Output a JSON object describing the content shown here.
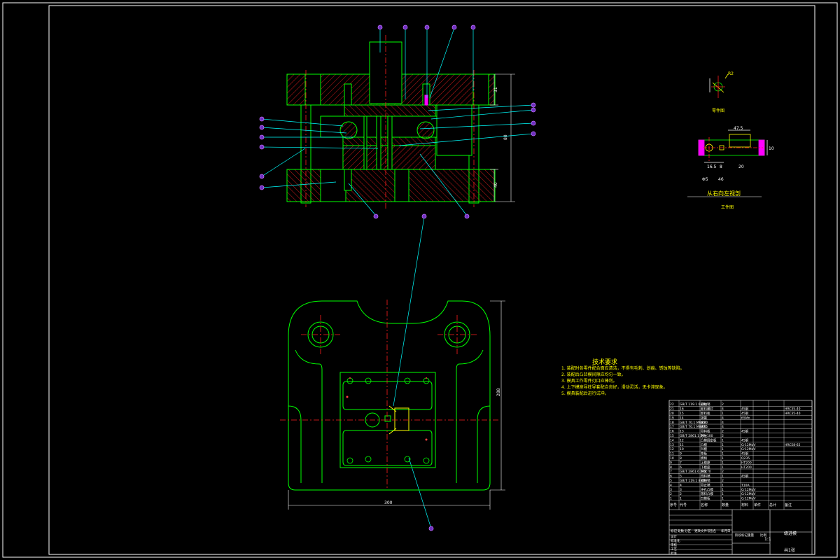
{
  "drawing": {
    "colors": {
      "background": "#000000",
      "frame": "#ffffff",
      "outline": "#00ff00",
      "centerline": "#ff2020",
      "leader": "#00ffff",
      "balloon": "#b040ff",
      "annotation": "#ffff00",
      "hatch": "#ff2020"
    },
    "section_view_label": "从右向左视剖",
    "workpiece_label": "工件图",
    "detail_label": "零件图",
    "dimensions": {
      "height_total": "88",
      "upper_h": "31",
      "lower_h": "40",
      "plate_width": "300",
      "plate_height": "288",
      "part_w": "47.5",
      "part_h": "10",
      "part_hole": "Φ5",
      "part_a": "16.5",
      "part_b": "8",
      "part_c": "20",
      "part_d": "46",
      "detail_r": "R2"
    },
    "technical_requirements": {
      "title": "技术要求",
      "lines": [
        "1. 装配时各零件配合面应清洁，不得有毛刺、划痕、锈蚀等缺陷。",
        "2. 装配后凸凹模间隙应均匀一致。",
        "3. 模具工作零件刃口应锋利。",
        "4. 上下模座导柱导套配合良好，滑动灵活，无卡滞现象。",
        "5. 模具装配后进行试冲。"
      ]
    },
    "title_block": {
      "drawing_name": "级进模",
      "scale": "1:1",
      "sheet": "共1张",
      "header_cols": [
        "序号",
        "代号",
        "名称",
        "数量",
        "材料",
        "单件",
        "总计",
        "备注"
      ],
      "rows": [
        [
          "22",
          "GB/T 119.1 6×60",
          "圆柱销",
          "2",
          "",
          "",
          "",
          ""
        ],
        [
          "21",
          "16",
          "卸料螺钉",
          "4",
          "45钢",
          "",
          "",
          "HRC35-40"
        ],
        [
          "20",
          "15",
          "卸料板",
          "1",
          "45钢",
          "",
          "",
          "HRC35-40"
        ],
        [
          "19",
          "14",
          "弹簧",
          "4",
          "65Mn",
          "",
          "",
          ""
        ],
        [
          "18",
          "GB/T 70.1 M6×30",
          "螺钉",
          "4",
          "",
          "",
          "",
          ""
        ],
        [
          "17",
          "GB/T 70.1 M8×45",
          "螺钉",
          "4",
          "",
          "",
          "",
          ""
        ],
        [
          "16",
          "13",
          "导料板",
          "2",
          "45钢",
          "",
          "",
          ""
        ],
        [
          "15",
          "GB/T 2861.1 20×100",
          "导柱",
          "2",
          "",
          "",
          "",
          ""
        ],
        [
          "14",
          "12",
          "凸模固定板",
          "1",
          "45钢",
          "",
          "",
          ""
        ],
        [
          "13",
          "11",
          "凸模",
          "1",
          "Cr12MoV",
          "",
          "",
          "HRC58-62"
        ],
        [
          "12",
          "10",
          "凹模",
          "1",
          "Cr12MoV",
          "",
          "",
          ""
        ],
        [
          "11",
          "9",
          "垫板",
          "1",
          "45钢",
          "",
          "",
          ""
        ],
        [
          "10",
          "8",
          "模柄",
          "1",
          "Q235",
          "",
          "",
          ""
        ],
        [
          "9",
          "7",
          "上模座",
          "1",
          "HT200",
          "",
          "",
          ""
        ],
        [
          "8",
          "6",
          "下模座",
          "1",
          "HT200",
          "",
          "",
          ""
        ],
        [
          "7",
          "GB/T 2861.6 20×70",
          "导套",
          "2",
          "",
          "",
          "",
          ""
        ],
        [
          "6",
          "5",
          "挡料销",
          "1",
          "45钢",
          "",
          "",
          ""
        ],
        [
          "5",
          "GB/T 119.1 8×60",
          "圆柱销",
          "2",
          "",
          "",
          "",
          ""
        ],
        [
          "4",
          "4",
          "导正销",
          "1",
          "T10A",
          "",
          "",
          ""
        ],
        [
          "3",
          "3",
          "冲孔凸模",
          "1",
          "Cr12MoV",
          "",
          "",
          ""
        ],
        [
          "2",
          "2",
          "落料凸模",
          "1",
          "Cr12MoV",
          "",
          "",
          ""
        ],
        [
          "1",
          "1",
          "凹模板",
          "1",
          "Cr12MoV",
          "",
          "",
          ""
        ]
      ],
      "sign_labels": [
        "标记",
        "处数",
        "分区",
        "更改文件号",
        "签名",
        "年月日",
        "设计",
        "标准化",
        "审核",
        "工艺",
        "批准"
      ],
      "misc_labels": [
        "阶段标记",
        "重量",
        "比例"
      ]
    }
  }
}
